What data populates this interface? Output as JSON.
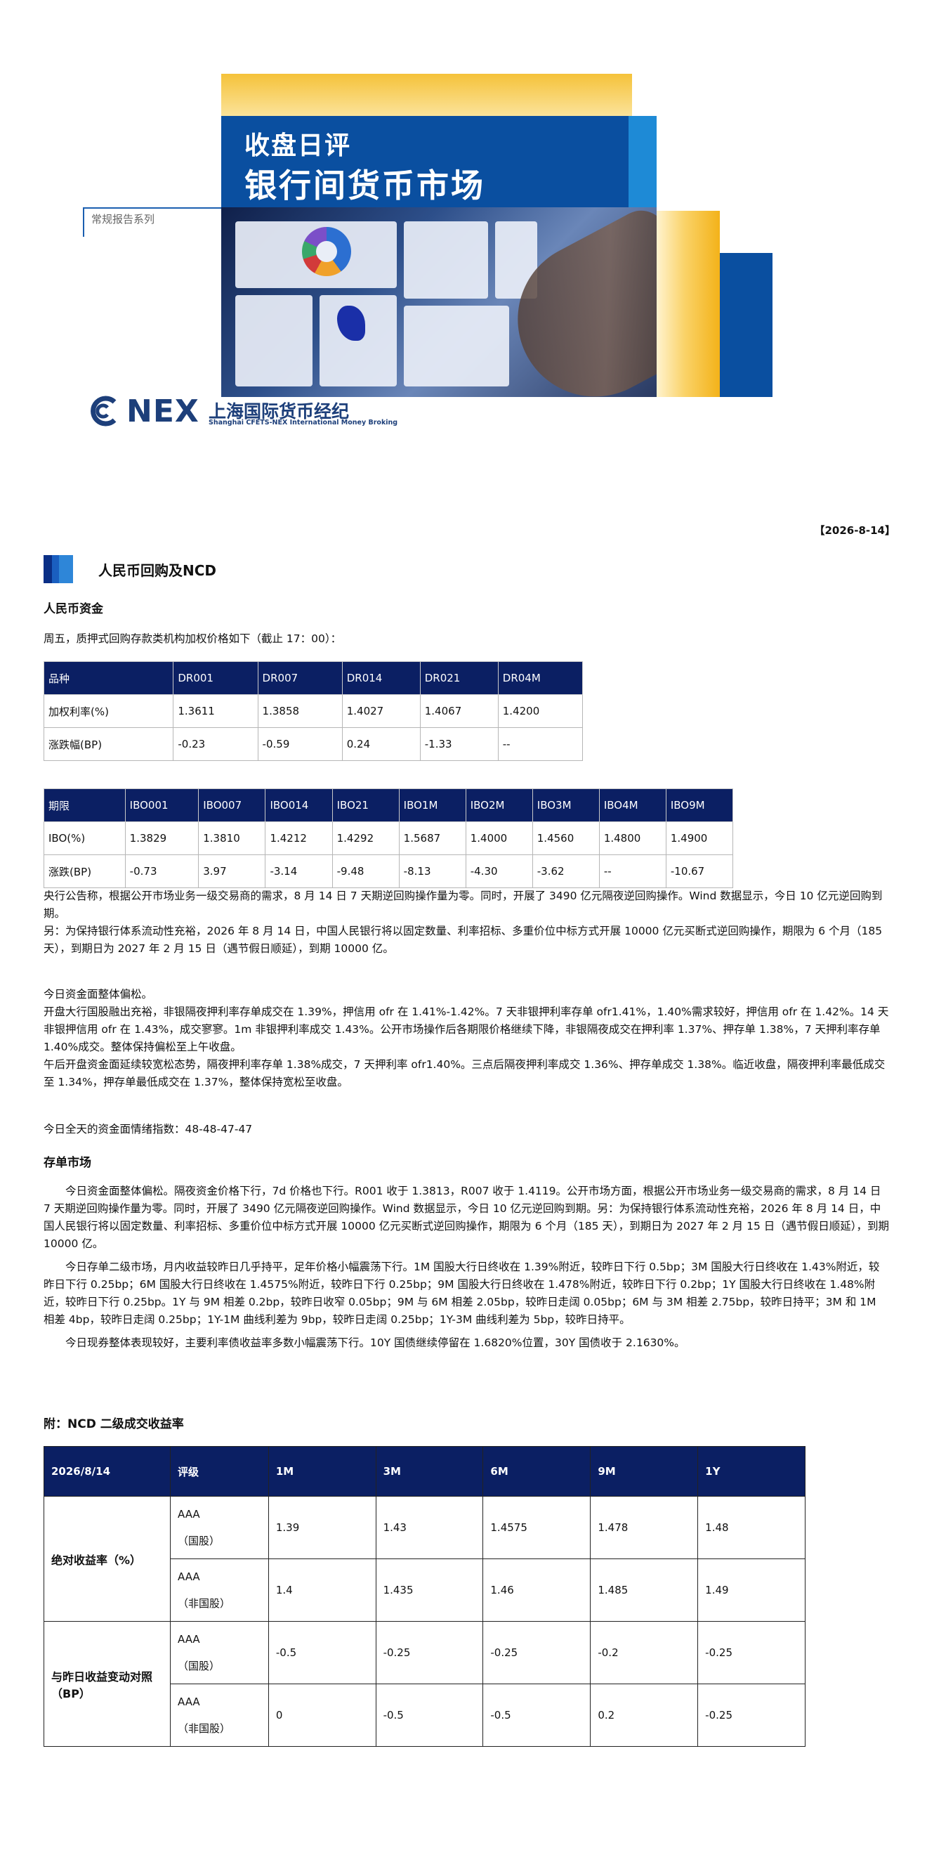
{
  "cover": {
    "title_line1": "收盘日评",
    "title_line2": "银行间货币市场",
    "series": "常规报告系列",
    "logo_text": "NEX",
    "company_cn": "上海国际货币经纪",
    "company_en": "Shanghai CFETS-NEX International Money Broking",
    "colors": {
      "brand_blue": "#0a4fa0",
      "navy": "#0b1f63",
      "yellow": "#f5c23a"
    }
  },
  "date": "【2026-8-14】",
  "section": {
    "icon": "section-bars-icon",
    "title": "人民币回购及NCD"
  },
  "rmb_funds": {
    "heading": "人民币资金",
    "intro": "周五，质押式回购存款类机构加权价格如下（截止 17：00）：",
    "dr_table": {
      "header": [
        "品种",
        "DR001",
        "DR007",
        "DR014",
        "DR021",
        "DR04M"
      ],
      "rows": [
        [
          "加权利率(%)",
          "1.3611",
          "1.3858",
          "1.4027",
          "1.4067",
          "1.4200"
        ],
        [
          "涨跌幅(BP)",
          "-0.23",
          "-0.59",
          "0.24",
          "-1.33",
          "--"
        ]
      ]
    },
    "ibo_table": {
      "header": [
        "期限",
        "IBO001",
        "IBO007",
        "IBO014",
        "IBO21",
        "IBO1M",
        "IBO2M",
        "IBO3M",
        "IBO4M",
        "IBO9M"
      ],
      "rows": [
        [
          "IBO(%)",
          "1.3829",
          "1.3810",
          "1.4212",
          "1.4292",
          "1.5687",
          "1.4000",
          "1.4560",
          "1.4800",
          "1.4900"
        ],
        [
          "涨跌(BP)",
          "-0.73",
          "3.97",
          "-3.14",
          "-9.48",
          "-8.13",
          "-4.30",
          "-3.62",
          "--",
          "-10.67"
        ]
      ]
    },
    "paragraphs1": [
      "央行公告称，根据公开市场业务一级交易商的需求，8 月 14 日 7 天期逆回购操作量为零。同时，开展了 3490 亿元隔夜逆回购操作。Wind 数据显示，今日 10 亿元逆回购到期。",
      "另：为保持银行体系流动性充裕，2026 年 8 月 14 日，中国人民银行将以固定数量、利率招标、多重价位中标方式开展 10000 亿元买断式逆回购操作，期限为 6 个月（185 天），到期日为 2027 年 2 月 15 日（遇节假日顺延），到期 10000 亿。"
    ],
    "paragraphs2": [
      "今日资金面整体偏松。",
      "开盘大行国股融出充裕，非银隔夜押利率存单成交在 1.39%，押信用 ofr 在 1.41%-1.42%。7 天非银押利率存单 ofr1.41%，1.40%需求较好，押信用 ofr 在 1.42%。14 天非银押信用 ofr 在 1.43%，成交寥寥。1m 非银押利率成交 1.43%。公开市场操作后各期限价格继续下降，非银隔夜成交在押利率 1.37%、押存单 1.38%，7 天押利率存单 1.40%成交。整体保持偏松至上午收盘。",
      "午后开盘资金面延续较宽松态势，隔夜押利率存单 1.38%成交，7 天押利率 ofr1.40%。三点后隔夜押利率成交 1.36%、押存单成交 1.38%。临近收盘，隔夜押利率最低成交至 1.34%，押存单最低成交在 1.37%，整体保持宽松至收盘。"
    ],
    "sentiment": "今日全天的资金面情绪指数：48-48-47-47"
  },
  "cd_market": {
    "heading": "存单市场",
    "paragraphs": [
      "今日资金面整体偏松。隔夜资金价格下行，7d 价格也下行。R001 收于 1.3813，R007 收于 1.4119。公开市场方面，根据公开市场业务一级交易商的需求，8 月 14 日 7 天期逆回购操作量为零。同时，开展了 3490 亿元隔夜逆回购操作。Wind 数据显示，今日 10 亿元逆回购到期。另：为保持银行体系流动性充裕，2026 年 8 月 14 日，中国人民银行将以固定数量、利率招标、多重价位中标方式开展 10000 亿元买断式逆回购操作，期限为 6 个月（185 天），到期日为 2027 年 2 月 15 日（遇节假日顺延），到期 10000 亿。",
      "今日存单二级市场，月内收益较昨日几乎持平，足年价格小幅震荡下行。1M 国股大行日终收在 1.39%附近，较昨日下行 0.5bp；3M 国股大行日终收在 1.43%附近，较昨日下行 0.25bp；6M 国股大行日终收在 1.4575%附近，较昨日下行 0.25bp；9M 国股大行日终收在 1.478%附近，较昨日下行 0.2bp；1Y 国股大行日终收在 1.48%附近，较昨日下行 0.25bp。1Y 与 9M 相差 0.2bp，较昨日收窄 0.05bp；9M 与 6M 相差 2.05bp，较昨日走阔 0.05bp；6M 与 3M 相差 2.75bp，较昨日持平；3M 和 1M 相差 4bp，较昨日走阔 0.25bp；1Y-1M 曲线利差为 9bp，较昨日走阔 0.25bp；1Y-3M 曲线利差为 5bp，较昨日持平。",
      "今日现券整体表现较好，主要利率债收益率多数小幅震荡下行。10Y 国债继续停留在 1.6820%位置，30Y 国债收于 2.1630%。"
    ],
    "appendix_title": "附：NCD 二级成交收益率"
  },
  "ncd_table": {
    "header": [
      "2026/8/14",
      "评级",
      "1M",
      "3M",
      "6M",
      "9M",
      "1Y"
    ],
    "groups": [
      {
        "label": "绝对收益率（%）",
        "rows": [
          {
            "grade_top": "AAA",
            "grade_bottom": "（国股）",
            "values": [
              "1.39",
              "1.43",
              "1.4575",
              "1.478",
              "1.48"
            ]
          },
          {
            "grade_top": "AAA",
            "grade_bottom": "（非国股）",
            "values": [
              "1.4",
              "1.435",
              "1.46",
              "1.485",
              "1.49"
            ]
          }
        ]
      },
      {
        "label": "与昨日收益变动对照（BP）",
        "rows": [
          {
            "grade_top": "AAA",
            "grade_bottom": "（国股）",
            "values": [
              "-0.5",
              "-0.25",
              "-0.25",
              "-0.2",
              "-0.25"
            ]
          },
          {
            "grade_top": "AAA",
            "grade_bottom": "（非国股）",
            "values": [
              "0",
              "-0.5",
              "-0.5",
              "0.2",
              "-0.25"
            ]
          }
        ]
      }
    ]
  }
}
